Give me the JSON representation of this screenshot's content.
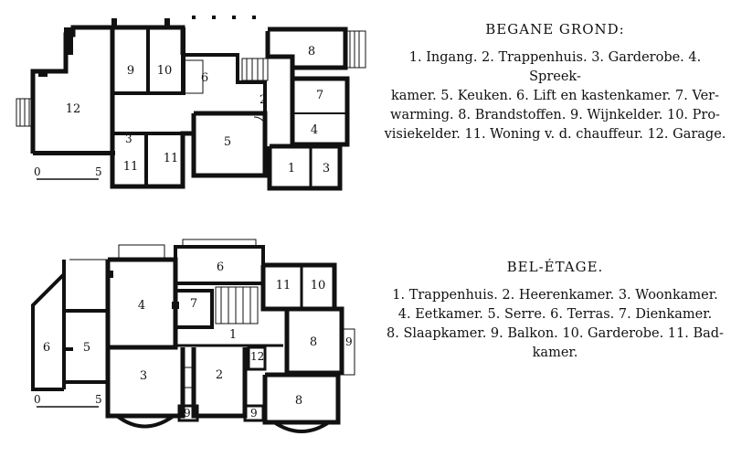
{
  "ground_floor": {
    "title": "BEGANE GROND:",
    "legend_lines": [
      "1. Ingang. 2. Trappenhuis. 3. Garderobe. 4. Spreek-",
      "kamer. 5. Keuken. 6. Lift en kastenkamer. 7. Ver-",
      "warming. 8. Brandstoffen. 9. Wijnkelder. 10. Pro-",
      "visiekelder. 11. Woning v. d. chauffeur. 12. Garage."
    ],
    "rooms": [
      {
        "n": "1",
        "label": "1"
      },
      {
        "n": "2",
        "label": "2"
      },
      {
        "n": "3",
        "label": "3"
      },
      {
        "n": "4",
        "label": "4"
      },
      {
        "n": "5",
        "label": "5"
      },
      {
        "n": "6",
        "label": "6"
      },
      {
        "n": "7",
        "label": "7"
      },
      {
        "n": "8",
        "label": "8"
      },
      {
        "n": "9",
        "label": "9"
      },
      {
        "n": "10",
        "label": "10"
      },
      {
        "n": "11a",
        "label": "11"
      },
      {
        "n": "11b",
        "label": "11"
      },
      {
        "n": "12",
        "label": "12"
      },
      {
        "n": "3s",
        "label": "3"
      }
    ],
    "scale": {
      "start": "0",
      "end": "5"
    }
  },
  "bel_etage": {
    "title": "BEL-ÉTAGE.",
    "legend_lines": [
      "1. Trappenhuis. 2. Heerenkamer. 3. Woonkamer.",
      "4. Eetkamer. 5. Serre. 6. Terras. 7. Dienkamer.",
      "8. Slaapkamer. 9. Balkon. 10. Garderobe. 11. Bad-",
      "kamer."
    ],
    "rooms": [
      {
        "n": "1",
        "label": "1"
      },
      {
        "n": "2",
        "label": "2"
      },
      {
        "n": "3",
        "label": "3"
      },
      {
        "n": "4",
        "label": "4"
      },
      {
        "n": "5",
        "label": "5"
      },
      {
        "n": "6a",
        "label": "6"
      },
      {
        "n": "6b",
        "label": "6"
      },
      {
        "n": "7",
        "label": "7"
      },
      {
        "n": "8a",
        "label": "8"
      },
      {
        "n": "8b",
        "label": "8"
      },
      {
        "n": "9a",
        "label": "9"
      },
      {
        "n": "9b",
        "label": "9"
      },
      {
        "n": "9c",
        "label": "9"
      },
      {
        "n": "10",
        "label": "10"
      },
      {
        "n": "11",
        "label": "11"
      },
      {
        "n": "12",
        "label": "12"
      }
    ],
    "scale": {
      "start": "0",
      "end": "5"
    }
  }
}
